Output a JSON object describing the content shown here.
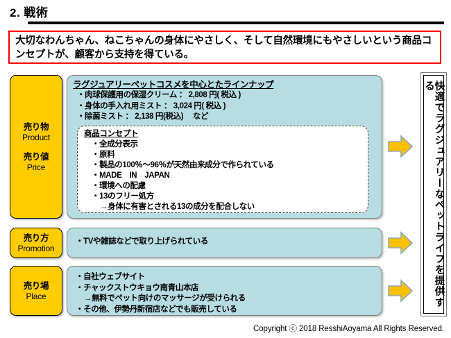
{
  "slide": {
    "title": "2. 戦術",
    "banner_text": "大切なわんちゃん、ねこちゃんの身体にやさしく、そして自然環境にもやさしいという商品コンセプトが、顧客から支持を得ている。",
    "footer": "Copyright ⓒ 2018 ResshiAoyama All Rights Reserved."
  },
  "colors": {
    "yellow_label": "#ffcc00",
    "blue_box": "#b7dde3",
    "arrow_fill": "#ffc000",
    "arrow_stroke": "#8ea9b8",
    "banner_border": "#ff0000",
    "rule": "#000000"
  },
  "labels": [
    {
      "id": "product",
      "jp": "売り物",
      "en": "Product",
      "jp2": "売り値",
      "en2": "Price"
    },
    {
      "id": "promotion",
      "jp": "売り方",
      "en": "Promotion"
    },
    {
      "id": "place",
      "jp": "売り場",
      "en": "Place"
    }
  ],
  "product": {
    "heading": "ラグジュアリーペットコスメを中心とたラインナップ",
    "items": [
      "・肉球保護用の保湿クリーム ： 2,808 円( 税込 )",
      "・身体の手入れ用ミスト ： 3,024 円( 税込 )",
      "・除菌ミスト ： 2,138 円(税込)　 など"
    ],
    "concept": {
      "heading": "商品コンセプト",
      "items": [
        {
          "text": "・全成分表示",
          "sub": false
        },
        {
          "text": "・原料",
          "sub": false
        },
        {
          "text": "・製品の100％～96％が天然由来成分で作られている",
          "sub": false
        },
        {
          "text": "・MADE　IN　JAPAN",
          "sub": false
        },
        {
          "text": "・環境への配慮",
          "sub": false
        },
        {
          "text": "・13のフリー処方",
          "sub": false
        },
        {
          "text": "→身体に有害とされる13の成分を配合しない",
          "sub": true
        }
      ]
    }
  },
  "promotion": {
    "items": [
      {
        "text": "・TVや雑誌などで取り上げられている",
        "sub": false
      }
    ]
  },
  "place": {
    "items": [
      {
        "text": "・自社ウェブサイト",
        "sub": false
      },
      {
        "text": "・チャックストウキョウ南青山本店",
        "sub": false
      },
      {
        "text": "→無料でペット向けのマッサージが受けられる",
        "sub": true
      },
      {
        "text": "・その他、伊勢丹新宿店などでも販売している",
        "sub": false
      }
    ]
  },
  "vertical_box": {
    "text": "快適でラグジュアリーなペットライフを提供する"
  },
  "arrows": [
    {
      "id": "product",
      "name": "right-arrow-icon"
    },
    {
      "id": "promotion",
      "name": "right-arrow-icon"
    },
    {
      "id": "place",
      "name": "right-arrow-icon"
    }
  ]
}
